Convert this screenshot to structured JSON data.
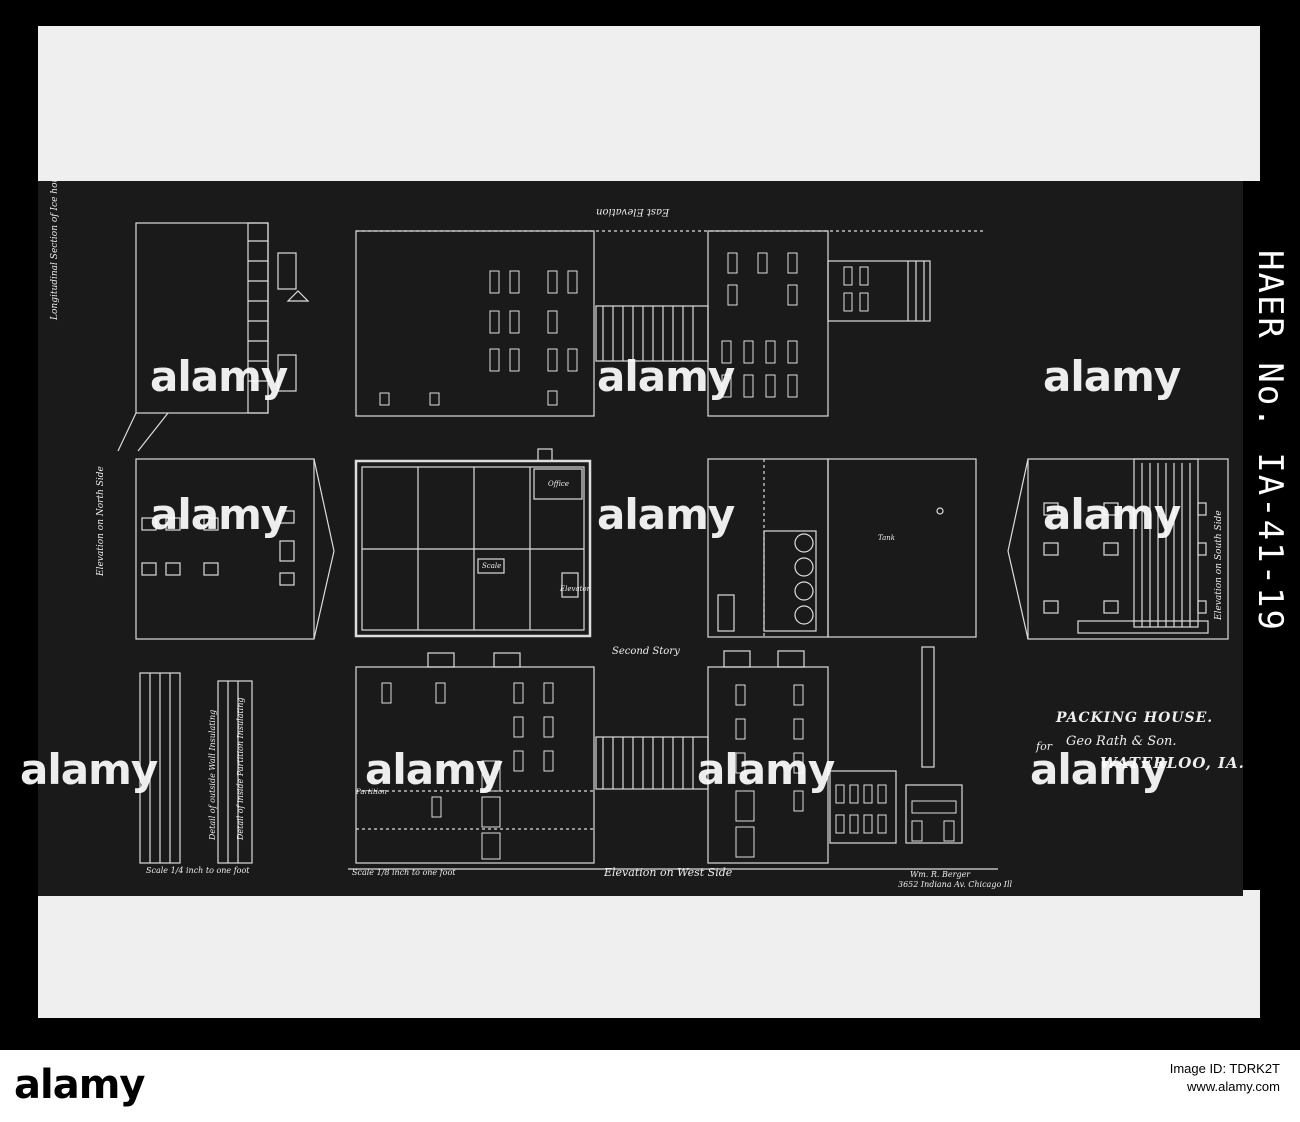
{
  "haer_label": "HAER No. IA-41-19",
  "drawing": {
    "title": "PACKING HOUSE.",
    "for_prefix": "for",
    "client": "Geo Rath & Son.",
    "location": "WATERLOO, IA.",
    "architect_line1": "Wm. R. Berger",
    "architect_line2": "3652 Indiana Av. Chicago Ill",
    "labels": {
      "east_elevation": "East Elevation",
      "longitudinal_section": "Longitudinal Section of Ice house",
      "elevation_north": "Elevation on North Side",
      "elevation_south": "Elevation on South Side",
      "second_story": "Second Story",
      "elevation_west": "Elevation on West Side",
      "detail_wall": "Detail of outside Wall Insulating",
      "detail_partition": "Detail of inside Partition Insulating",
      "scale_detail": "Scale 1/4 inch to one foot",
      "scale_main": "Scale 1/8 inch to one foot",
      "office": "Office",
      "scale_room": "Scale",
      "elevator": "Elevator",
      "tank": "Tank",
      "partition": "Partition"
    }
  },
  "watermarks": [
    "alamy",
    "alamy",
    "alamy",
    "alamy",
    "alamy",
    "alamy",
    "alamy",
    "alamy",
    "alamy",
    "alamy",
    "alamy",
    "alamy"
  ],
  "footer": {
    "brand": "alamy",
    "image_id": "Image ID: TDRK2T",
    "site": "www.alamy.com"
  }
}
